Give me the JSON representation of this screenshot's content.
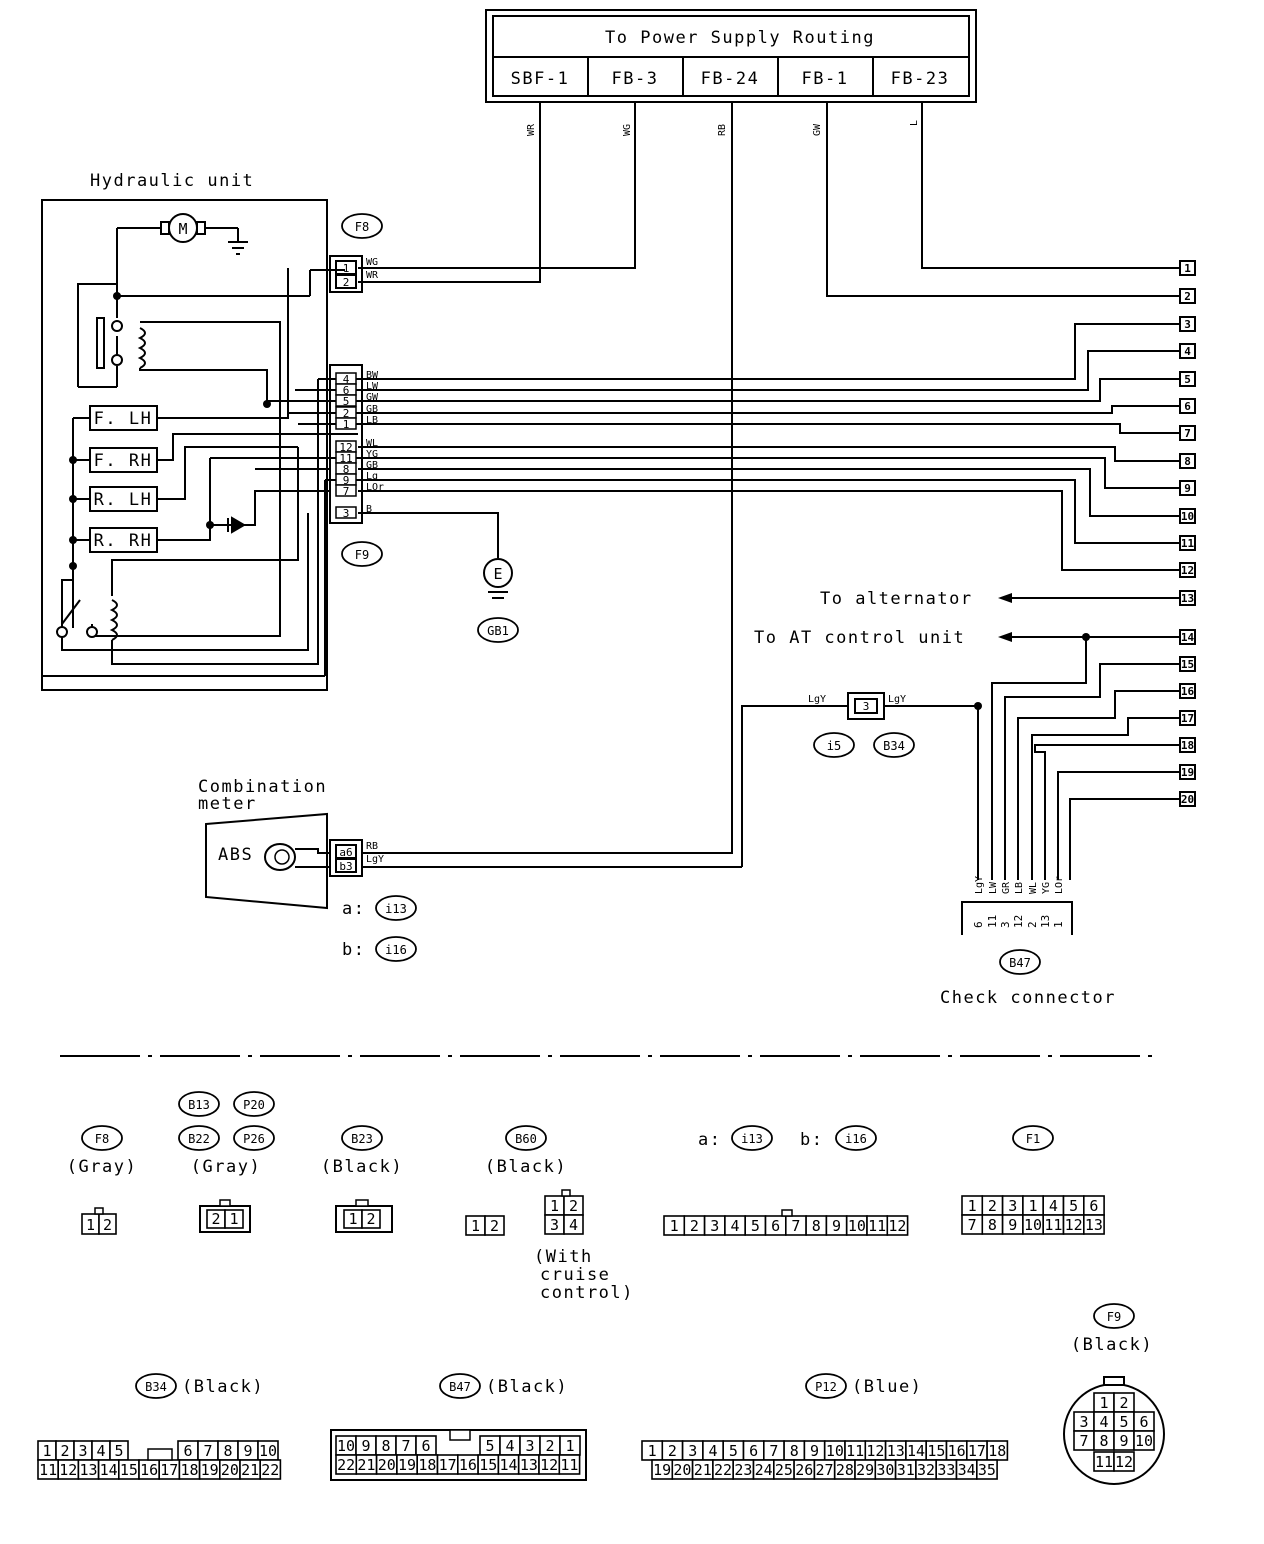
{
  "power_box": {
    "title": "To Power Supply Routing",
    "fuses": [
      "SBF-1",
      "FB-3",
      "FB-24",
      "FB-1",
      "FB-23"
    ],
    "wires": [
      "WR",
      "WG",
      "RB",
      "GW",
      "L"
    ]
  },
  "hydraulic_unit": {
    "title": "Hydraulic unit",
    "motor": "M",
    "valves": [
      "F. LH",
      "F. RH",
      "R. LH",
      "R. RH"
    ]
  },
  "connector_f8": {
    "tag": "F8",
    "pins": [
      "1",
      "2"
    ],
    "wires": [
      "WG",
      "WR"
    ]
  },
  "connector_f9": {
    "tag": "F9",
    "pins": [
      "4",
      "6",
      "5",
      "2",
      "1",
      "12",
      "11",
      "8",
      "9",
      "7",
      "3"
    ],
    "wires": [
      "BW",
      "LW",
      "GW",
      "GB",
      "LB",
      "WL",
      "YG",
      "GB",
      "Lg",
      "LOr",
      "B"
    ]
  },
  "ground": {
    "symbol": "E",
    "tag": "GB1"
  },
  "terminals": [
    "1",
    "2",
    "3",
    "4",
    "5",
    "6",
    "7",
    "8",
    "9",
    "10",
    "11",
    "12",
    "13",
    "14",
    "15",
    "16",
    "17",
    "18",
    "19",
    "20"
  ],
  "outputs": {
    "alternator": "To alternator",
    "at_unit": "To AT control unit"
  },
  "i5_connector": {
    "pin": "3",
    "wire_left": "LgY",
    "wire_right": "LgY",
    "tags": [
      "i5",
      "B34"
    ]
  },
  "combination_meter": {
    "title_line1": "Combination",
    "title_line2": "meter",
    "abs": "ABS",
    "pins": [
      "a6",
      "b3"
    ],
    "wires": [
      "RB",
      "LgY"
    ],
    "refs": [
      {
        "prefix": "a:",
        "tag": "i13"
      },
      {
        "prefix": "b:",
        "tag": "i16"
      }
    ]
  },
  "check_connector": {
    "title": "Check connector",
    "tag": "B47",
    "wires": [
      "LgY",
      "LW",
      "GR",
      "LB",
      "WL",
      "YG",
      "LOr"
    ],
    "pins": [
      "6",
      "11",
      "3",
      "12",
      "2",
      "13",
      "1"
    ]
  },
  "legend": {
    "f8": {
      "tag": "F8",
      "color": "(Gray)",
      "pins": [
        "1",
        "2"
      ]
    },
    "b13": {
      "tags": [
        "B13",
        "P20",
        "B22",
        "P26"
      ],
      "color": "(Gray)",
      "pins": [
        "2",
        "1"
      ]
    },
    "b23": {
      "tag": "B23",
      "color": "(Black)",
      "pins": [
        "1",
        "2"
      ]
    },
    "b60": {
      "tag": "B60",
      "color": "(Black)",
      "pins_a": [
        "1",
        "2"
      ],
      "pins_b": [
        "1",
        "2",
        "3",
        "4"
      ],
      "note": [
        "(With",
        "cruise",
        "control)"
      ]
    },
    "i13": {
      "prefix_a": "a:",
      "tag_a": "i13",
      "prefix_b": "b:",
      "tag_b": "i16",
      "pins": [
        "1",
        "2",
        "3",
        "4",
        "5",
        "6",
        "7",
        "8",
        "9",
        "10",
        "11",
        "12"
      ]
    },
    "f1": {
      "tag": "F1",
      "row1": [
        "1",
        "2",
        "3",
        "1",
        "4",
        "5",
        "6"
      ],
      "row2": [
        "7",
        "8",
        "9",
        "10",
        "11",
        "12",
        "13"
      ]
    },
    "f9": {
      "tag": "F9",
      "color": "(Black)",
      "rows": [
        [
          "1",
          "2"
        ],
        [
          "3",
          "4",
          "5",
          "6"
        ],
        [
          "7",
          "8",
          "9",
          "10"
        ],
        [
          "11",
          "12"
        ]
      ]
    },
    "b34": {
      "tag": "B34",
      "color": "(Black)",
      "row1": [
        "1",
        "2",
        "3",
        "4",
        "5",
        "6",
        "7",
        "8",
        "9",
        "10"
      ],
      "row2": [
        "11",
        "12",
        "13",
        "14",
        "15",
        "16",
        "17",
        "18",
        "19",
        "20",
        "21",
        "22"
      ]
    },
    "b47": {
      "tag": "B47",
      "color": "(Black)",
      "row1": [
        "10",
        "9",
        "8",
        "7",
        "6",
        "5",
        "4",
        "3",
        "2",
        "1"
      ],
      "row2": [
        "22",
        "21",
        "20",
        "19",
        "18",
        "17",
        "16",
        "15",
        "14",
        "13",
        "12",
        "11"
      ]
    },
    "p12": {
      "tag": "P12",
      "color": "(Blue)",
      "row1": [
        "1",
        "2",
        "3",
        "4",
        "5",
        "6",
        "7",
        "8",
        "9",
        "10",
        "11",
        "12",
        "13",
        "14",
        "15",
        "16",
        "17",
        "18"
      ],
      "row2": [
        "19",
        "20",
        "21",
        "22",
        "23",
        "24",
        "25",
        "26",
        "27",
        "28",
        "29",
        "30",
        "31",
        "32",
        "33",
        "34",
        "35"
      ]
    }
  }
}
